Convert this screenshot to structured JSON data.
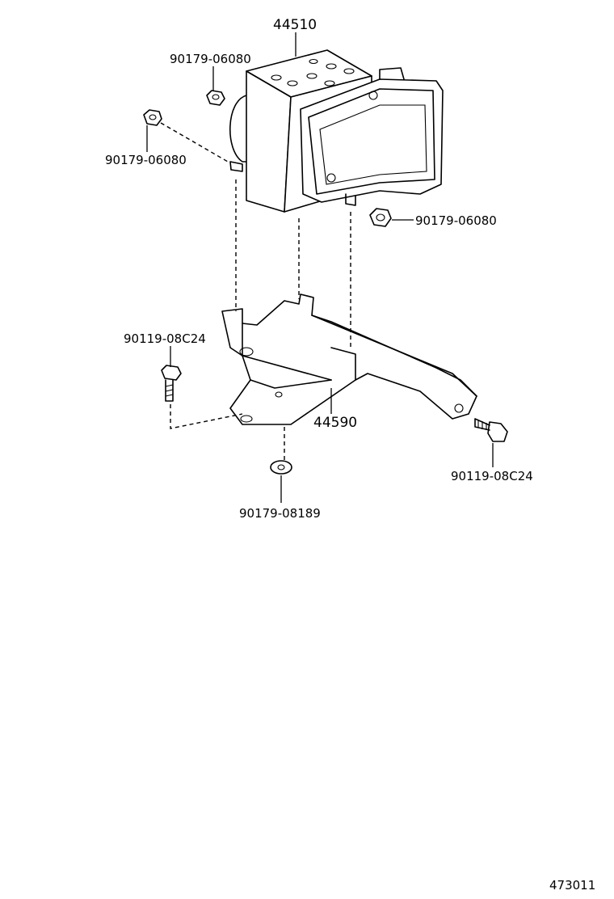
{
  "diagram": {
    "labels": {
      "actuator": "44510",
      "nut_top": "90179-06080",
      "nut_left": "90179-06080",
      "nut_right": "90179-06080",
      "bolt_left": "90119-08C24",
      "bracket": "44590",
      "bolt_right": "90119-08C24",
      "nut_bottom": "90179-08189",
      "figure_code": "473011"
    }
  }
}
